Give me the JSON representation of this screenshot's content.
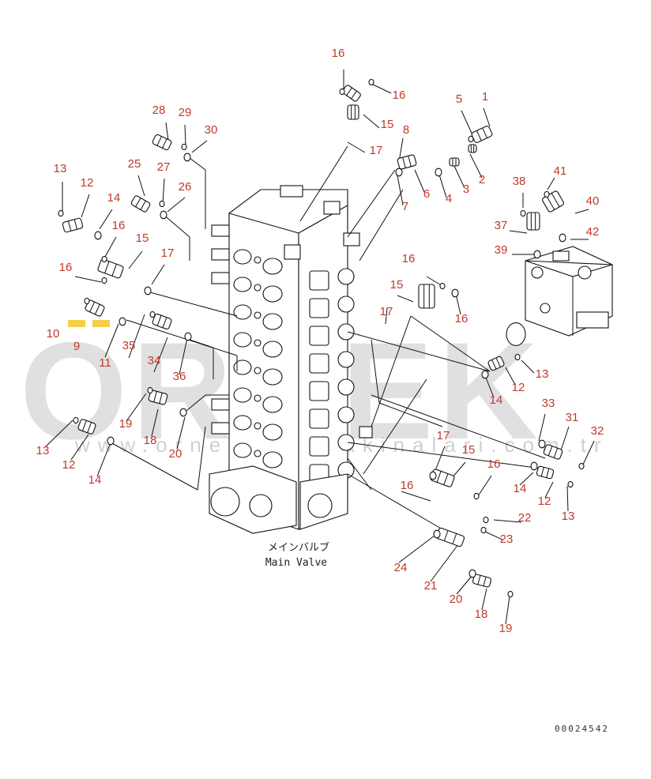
{
  "watermark": {
    "brand": "ORNEK",
    "url": "www.orneksorumakinalari.com.tr",
    "accent_color": "#f0c419"
  },
  "caption": {
    "japanese": "メインバルブ",
    "english": "Main Valve"
  },
  "drawing_code": "00024542",
  "callouts": [
    {
      "id": "c-16a",
      "text": "16"
    },
    {
      "id": "c-16b",
      "text": "16"
    },
    {
      "id": "c-15a",
      "text": "15"
    },
    {
      "id": "c-1",
      "text": "1"
    },
    {
      "id": "c-5",
      "text": "5"
    },
    {
      "id": "c-8",
      "text": "8"
    },
    {
      "id": "c-17a",
      "text": "17"
    },
    {
      "id": "c-2",
      "text": "2"
    },
    {
      "id": "c-3",
      "text": "3"
    },
    {
      "id": "c-4",
      "text": "4"
    },
    {
      "id": "c-6",
      "text": "6"
    },
    {
      "id": "c-7",
      "text": "7"
    },
    {
      "id": "c-28",
      "text": "28"
    },
    {
      "id": "c-29",
      "text": "29"
    },
    {
      "id": "c-30",
      "text": "30"
    },
    {
      "id": "c-13a",
      "text": "13"
    },
    {
      "id": "c-12a",
      "text": "12"
    },
    {
      "id": "c-25",
      "text": "25"
    },
    {
      "id": "c-27",
      "text": "27"
    },
    {
      "id": "c-26",
      "text": "26"
    },
    {
      "id": "c-14a",
      "text": "14"
    },
    {
      "id": "c-16c",
      "text": "16"
    },
    {
      "id": "c-15b",
      "text": "15"
    },
    {
      "id": "c-17b",
      "text": "17"
    },
    {
      "id": "c-16d",
      "text": "16"
    },
    {
      "id": "c-10",
      "text": "10"
    },
    {
      "id": "c-9",
      "text": "9"
    },
    {
      "id": "c-11",
      "text": "11"
    },
    {
      "id": "c-35",
      "text": "35"
    },
    {
      "id": "c-34",
      "text": "34"
    },
    {
      "id": "c-36",
      "text": "36"
    },
    {
      "id": "c-19a",
      "text": "19"
    },
    {
      "id": "c-18a",
      "text": "18"
    },
    {
      "id": "c-20a",
      "text": "20"
    },
    {
      "id": "c-13b",
      "text": "13"
    },
    {
      "id": "c-12b",
      "text": "12"
    },
    {
      "id": "c-14b",
      "text": "14"
    },
    {
      "id": "c-16e",
      "text": "16"
    },
    {
      "id": "c-15c",
      "text": "15"
    },
    {
      "id": "c-17c",
      "text": "17"
    },
    {
      "id": "c-16f",
      "text": "16"
    },
    {
      "id": "c-41",
      "text": "41"
    },
    {
      "id": "c-38",
      "text": "38"
    },
    {
      "id": "c-40",
      "text": "40"
    },
    {
      "id": "c-37",
      "text": "37"
    },
    {
      "id": "c-42",
      "text": "42"
    },
    {
      "id": "c-39",
      "text": "39"
    },
    {
      "id": "c-13c",
      "text": "13"
    },
    {
      "id": "c-12c",
      "text": "12"
    },
    {
      "id": "c-14c",
      "text": "14"
    },
    {
      "id": "c-33",
      "text": "33"
    },
    {
      "id": "c-31",
      "text": "31"
    },
    {
      "id": "c-32",
      "text": "32"
    },
    {
      "id": "c-17d",
      "text": "17"
    },
    {
      "id": "c-15d",
      "text": "15"
    },
    {
      "id": "c-16g",
      "text": "16"
    },
    {
      "id": "c-16h",
      "text": "16"
    },
    {
      "id": "c-14d",
      "text": "14"
    },
    {
      "id": "c-12d",
      "text": "12"
    },
    {
      "id": "c-13d",
      "text": "13"
    },
    {
      "id": "c-22",
      "text": "22"
    },
    {
      "id": "c-23",
      "text": "23"
    },
    {
      "id": "c-24",
      "text": "24"
    },
    {
      "id": "c-21",
      "text": "21"
    },
    {
      "id": "c-20b",
      "text": "20"
    },
    {
      "id": "c-18b",
      "text": "18"
    },
    {
      "id": "c-19b",
      "text": "19"
    }
  ]
}
